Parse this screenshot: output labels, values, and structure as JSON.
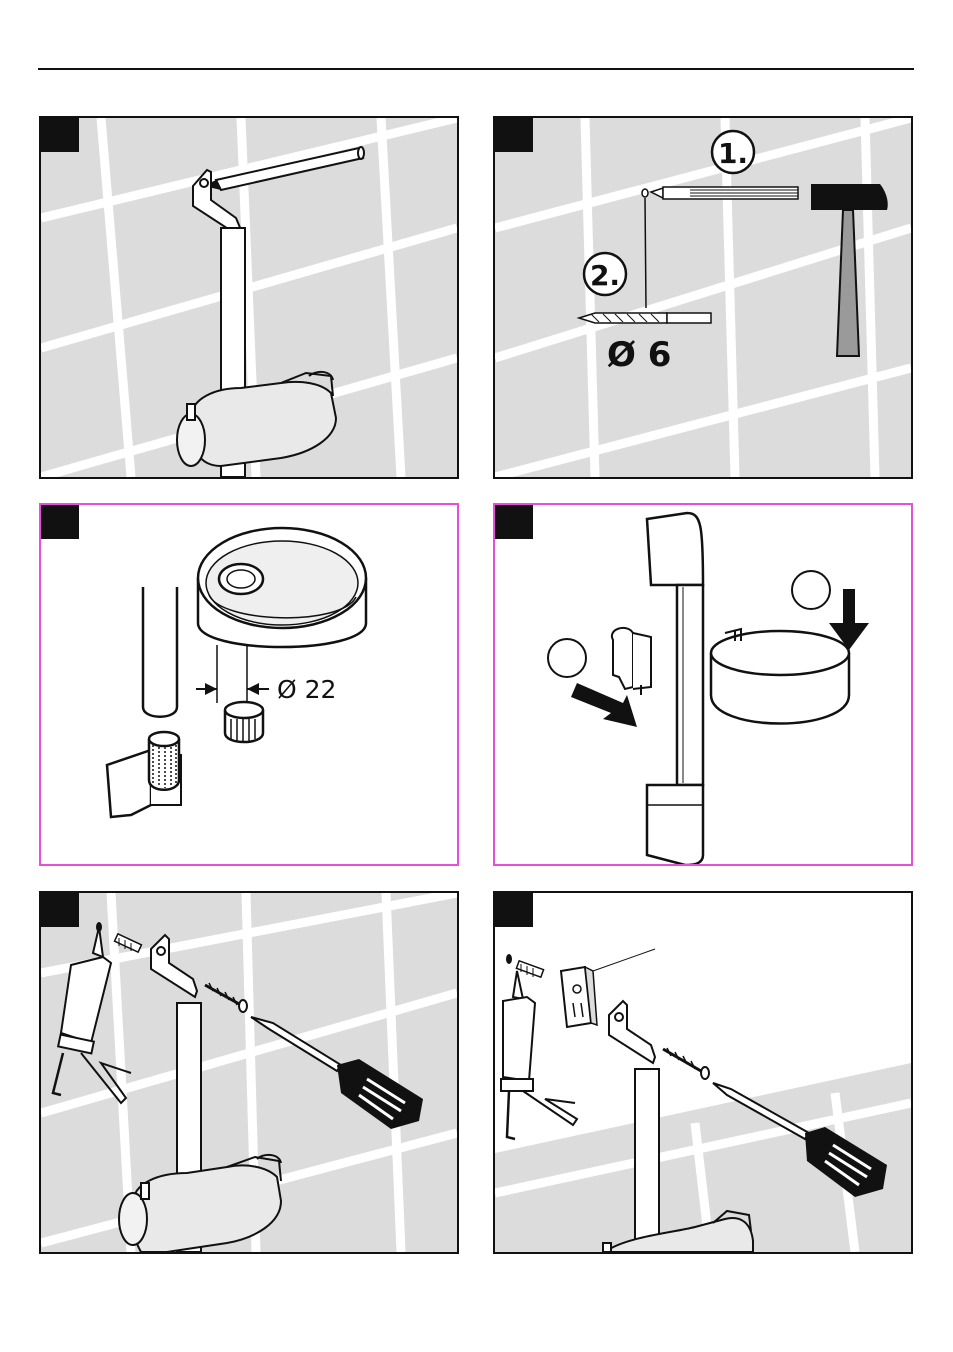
{
  "steps": [
    {
      "id": 1,
      "background": "tiled-wall"
    },
    {
      "id": 2,
      "background": "tiled-wall",
      "labels": {
        "first": "1.",
        "second": "2.",
        "drill_size": "Ø 6"
      }
    },
    {
      "id": 3,
      "background": "plain",
      "labels": {
        "diameter": "Ø 22"
      }
    },
    {
      "id": 4,
      "background": "plain"
    },
    {
      "id": 5,
      "background": "tiled-wall"
    },
    {
      "id": 6,
      "background": "tiled-wall"
    }
  ],
  "colors": {
    "frame": "#111111",
    "highlight_frame": "#e64fd9",
    "wall": "#dcdcdc",
    "grout": "#ffffff"
  }
}
